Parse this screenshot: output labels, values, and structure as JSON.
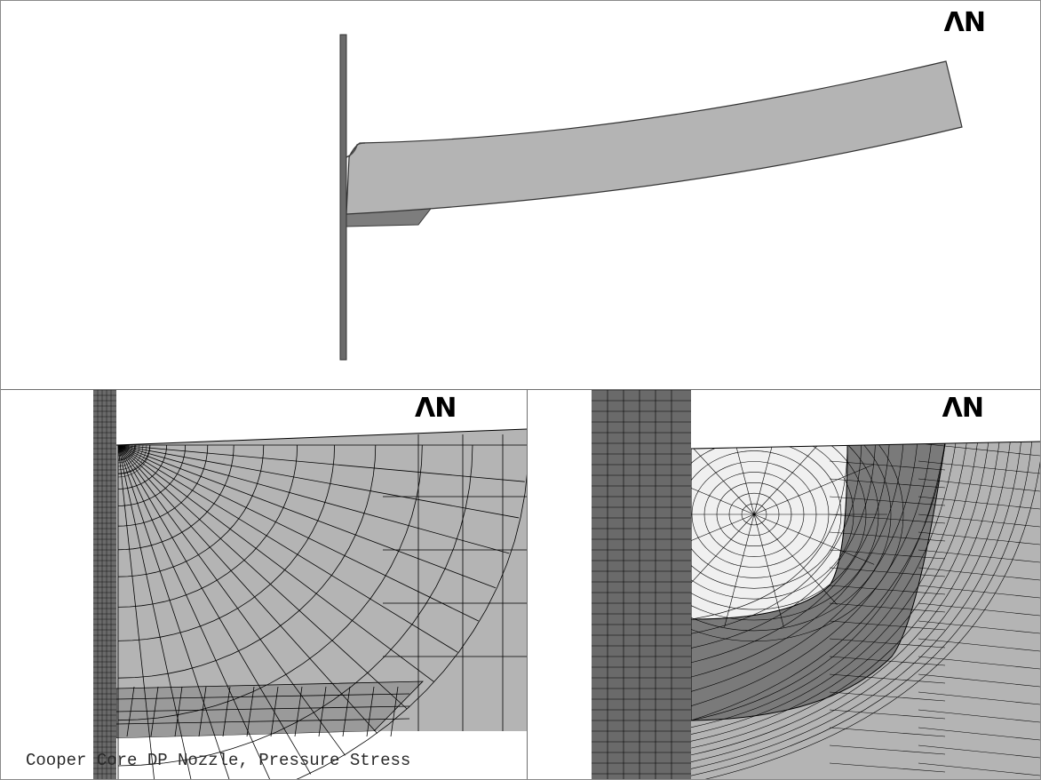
{
  "viewports": {
    "top": {
      "logo": "ΛN"
    },
    "bottom_left": {
      "logo": "ΛN",
      "caption": "Cooper Core DP Nozzle, Pressure Stress"
    },
    "bottom_right": {
      "logo": "ΛN"
    }
  },
  "colors": {
    "background": "#ffffff",
    "nozzle_fill": "#b4b4b4",
    "wall_fill": "#6a6a6a",
    "ring_fill": "#7a7a7a",
    "weld_fill": "#f0f0f0",
    "mesh_line": "#000000"
  }
}
